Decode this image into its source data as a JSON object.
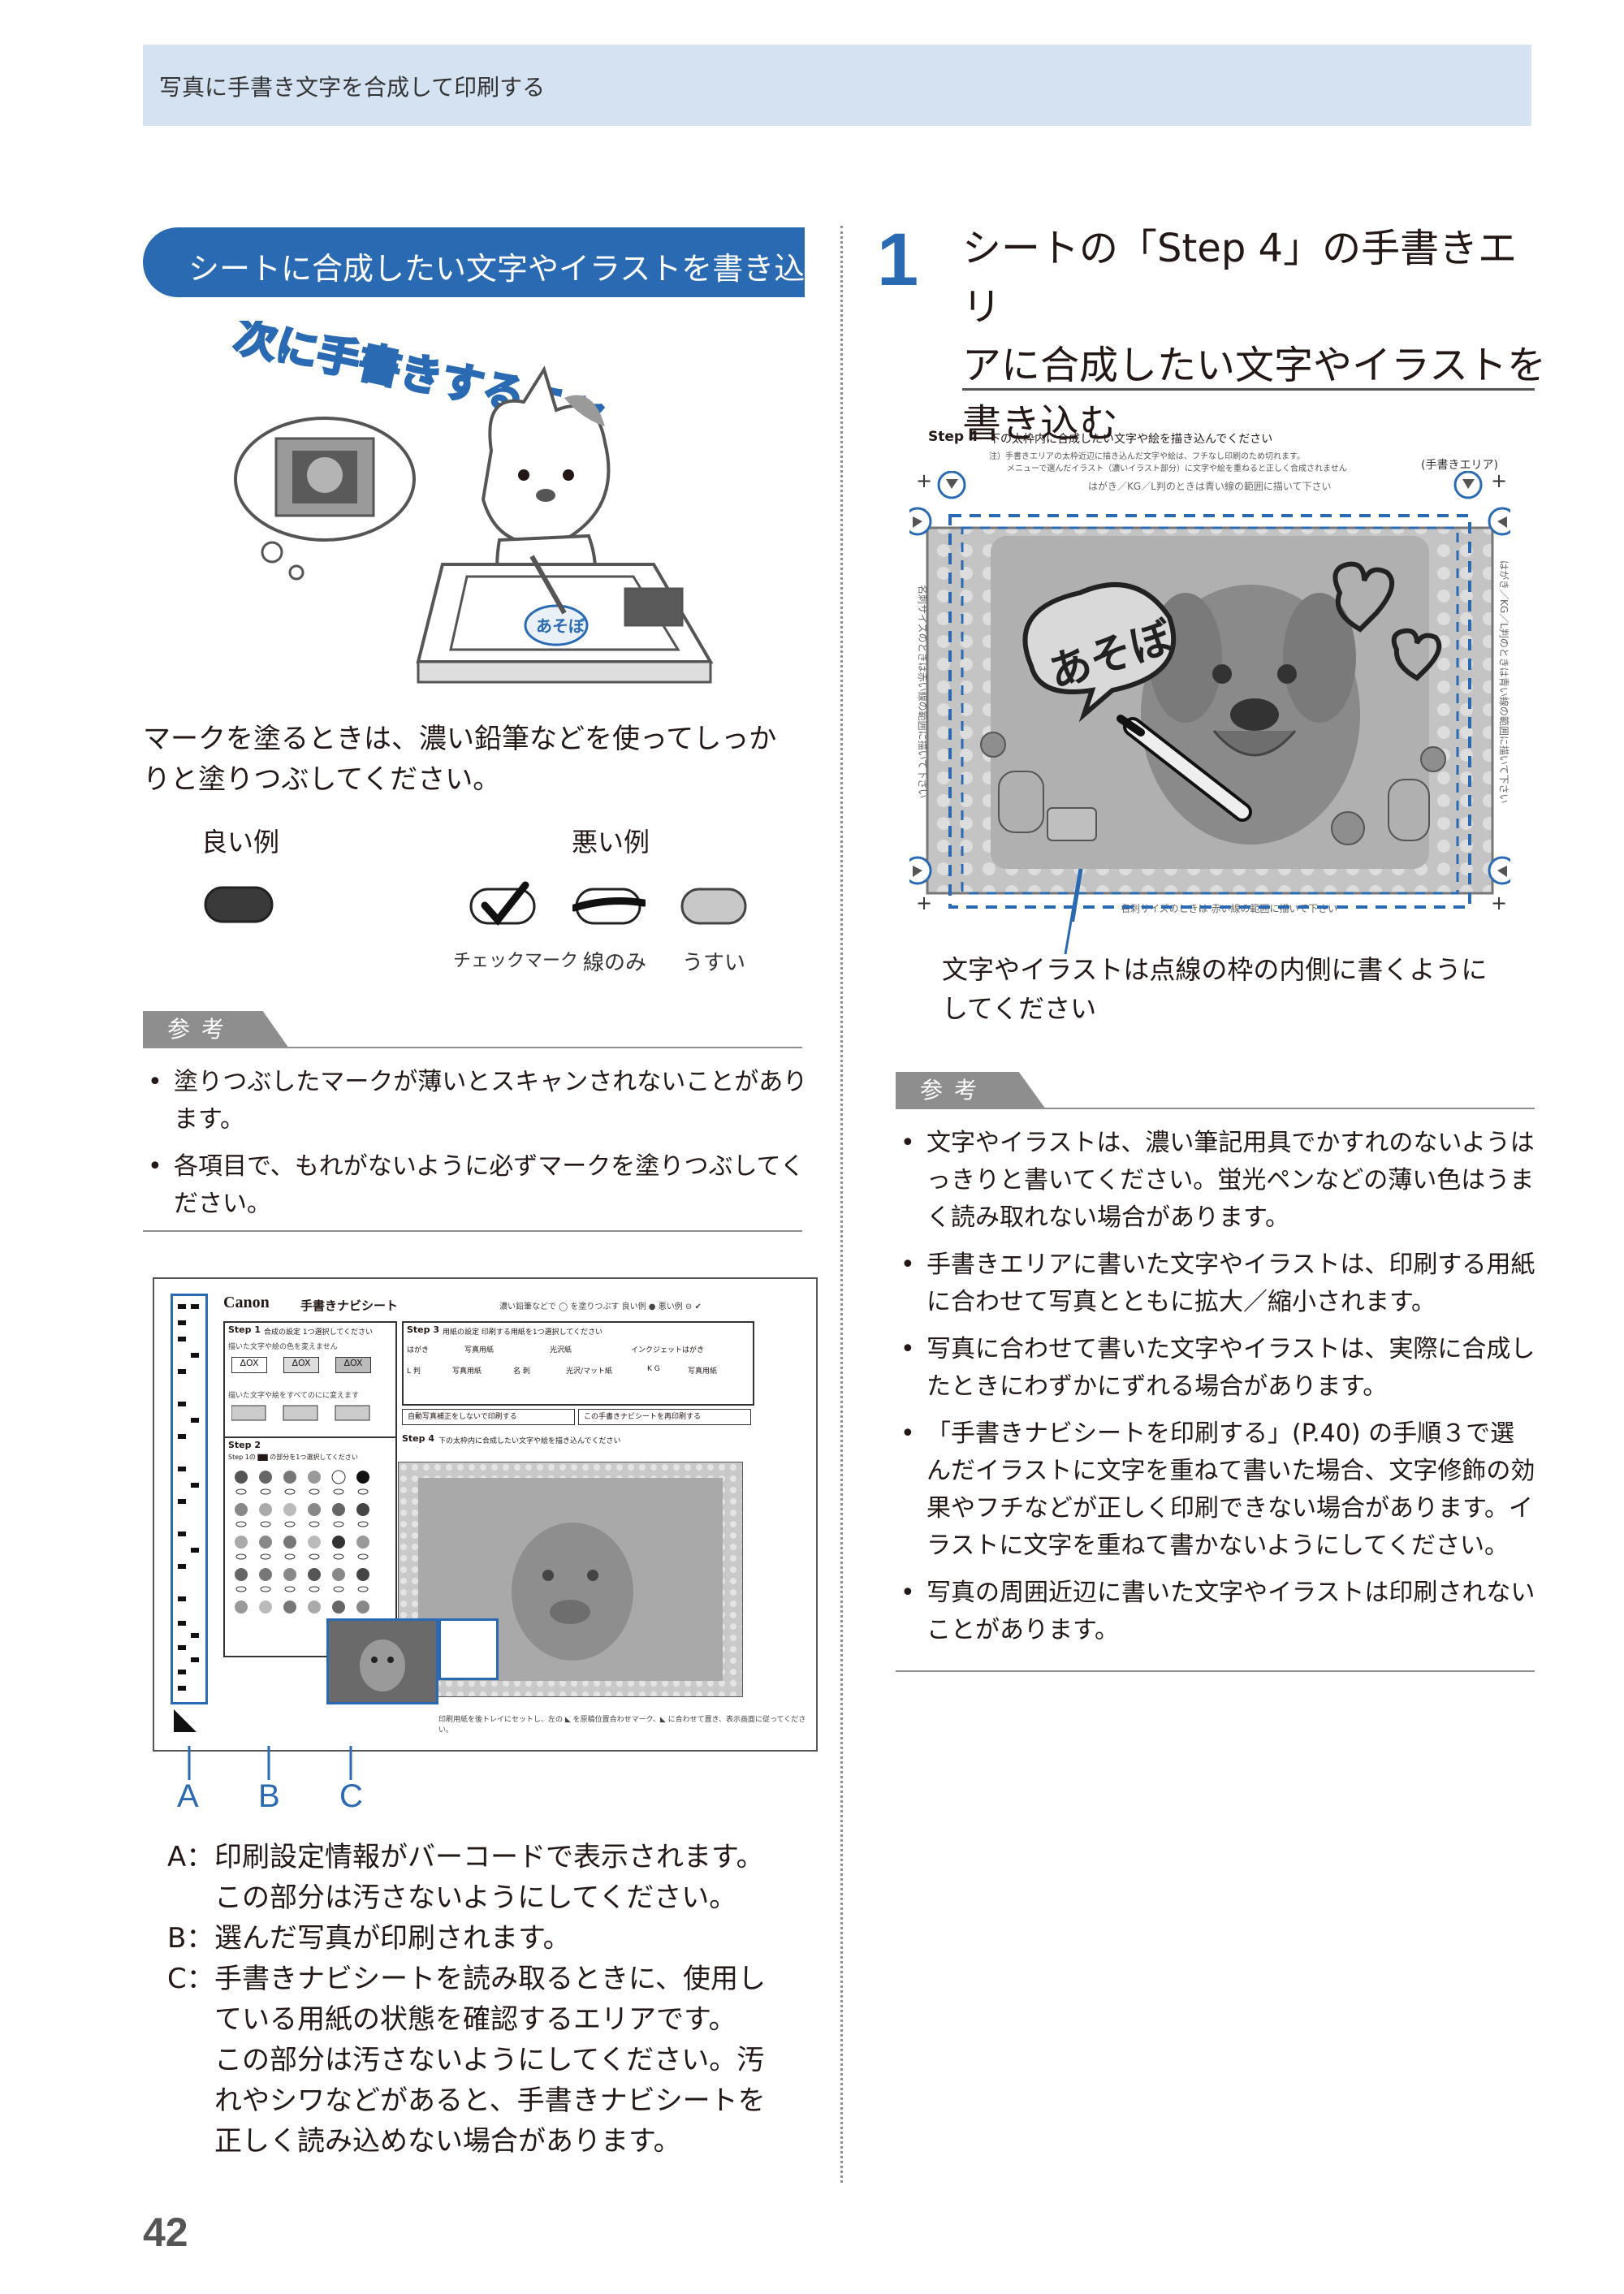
{
  "header": {
    "title": "写真に手書き文字を合成して印刷する"
  },
  "left": {
    "section_title": "シートに合成したい文字やイラストを書き込む",
    "illustration_caption": "次に手書きするニャ",
    "illustration_bubble_text": "あそぼ",
    "instruction_line1": "マークを塗るときは、濃い鉛筆などを使ってしっか",
    "instruction_line2": "りと塗りつぶしてください。",
    "good_label": "良い例",
    "bad_label": "悪い例",
    "bad_examples": [
      "チェックマーク",
      "線のみ",
      "うすい"
    ],
    "reference_label": "参考",
    "notes": [
      "塗りつぶしたマークが薄いとスキャンされないことがあります。",
      "各項目で、もれがないように必ずマークを塗りつぶしてください。"
    ],
    "sheet": {
      "brand": "Canon",
      "title": "手書きナビシート",
      "header_note": "濃い鉛筆などで ◯ を塗りつぶす  良い例 ●  悪い例 ⊖ ✔",
      "step1_title": "Step 1",
      "step1_desc": "合成の設定 1つ選択してください",
      "step1_row1_text": "描いた文字や絵の色を変えません",
      "step1_row2_text": "描いた文字や絵をすべてのにに変えます",
      "step1_options": [
        "ΔOX",
        "ΔOX",
        "ΔOX"
      ],
      "step2_title": "Step 2",
      "step2_desc": "Step 1の ▇▇ の部分を1つ選択してください",
      "step3_title": "Step 3",
      "step3_desc": "用紙の設定 印刷する用紙を1つ選択してください",
      "step3_rows": [
        [
          "はがき",
          "写真用紙",
          "光沢紙",
          "インクジェットはがき"
        ],
        [
          "L 判",
          "写真用紙",
          "名 刺",
          "光沢/マット紙",
          "K G",
          "写真用紙"
        ]
      ],
      "step3_buttons": [
        "自動写真補正をしないで印刷する",
        "この手書きナビシートを再印刷する"
      ],
      "step4_title": "Step 4",
      "step4_desc": "下の太枠内に合成したい文字や絵を描き込んでください",
      "footer_note": "印刷用紙を後トレイにセットし、左の ◣ を原稿位置合わせマーク、◣ に合わせて置き、表示画面に従ってください。",
      "labels": [
        "A",
        "B",
        "C"
      ]
    },
    "definitions": [
      {
        "key": "A：",
        "lines": [
          "印刷設定情報がバーコードで表示されます。",
          "この部分は汚さないようにしてください。"
        ]
      },
      {
        "key": "B：",
        "lines": [
          "選んだ写真が印刷されます。"
        ]
      },
      {
        "key": "C：",
        "lines": [
          "手書きナビシートを読み取るときに、使用し",
          "ている用紙の状態を確認するエリアです。",
          "この部分は汚さないようにしてください。汚",
          "れやシワなどがあると、手書きナビシートを",
          "正しく読み込めない場合があります。"
        ]
      }
    ]
  },
  "right": {
    "step_number": "1",
    "step_title_lines": [
      "シートの「Step 4」の手書きエリ",
      "アに合成したい文字やイラストを",
      "書き込む"
    ],
    "figure": {
      "step_label": "Step 4",
      "step_desc": "下の太枠内に合成したい文字や絵を描き込んでください",
      "note1": "注）手書きエリアの太枠近辺に描き込んだ文字や絵は、フチなし印刷のため切れます。",
      "note2": "メニューで選んだイラスト（濃いイラスト部分）に文字や絵を重ねると正しく合成されません",
      "area_label": "(手書きエリア)",
      "top_guide": "はがき／KG／L判のときは青い線の範囲に描いて下さい",
      "bottom_guide": "名刺サイズのときは 赤い線の範囲に描いて下さい",
      "side_guide_right": "はがき／KG／L判のときは青い線の範囲に描いて下さい",
      "side_guide_left": "名刺サイズのときは赤い線の範囲に描いて下さい",
      "bubble_text": "あそぼ"
    },
    "caption_lines": [
      "文字やイラストは点線の枠の内側に書くように",
      "してください"
    ],
    "reference_label": "参考",
    "notes": [
      "文字やイラストは、濃い筆記用具でかすれのないようはっきりと書いてください。蛍光ペンなどの薄い色はうまく読み取れない場合があります。",
      "手書きエリアに書いた文字やイラストは、印刷する用紙に合わせて写真とともに拡大／縮小されます。",
      "写真に合わせて書いた文字やイラストは、実際に合成したときにわずかにずれる場合があります。",
      "「手書きナビシートを印刷する」(P.40) の手順３で選んだイラストに文字を重ねて書いた場合、文字修飾の効果やフチなどが正しく印刷できない場合があります。イラストに文字を重ねて書かないようにしてください。",
      "写真の周囲近辺に書いた文字やイラストは印刷されないことがあります。"
    ]
  },
  "footer": {
    "page_number": "42"
  },
  "colors": {
    "accent": "#2a6ab3",
    "header_bg": "#d5e2f1",
    "gray": "#8e8e8e"
  }
}
